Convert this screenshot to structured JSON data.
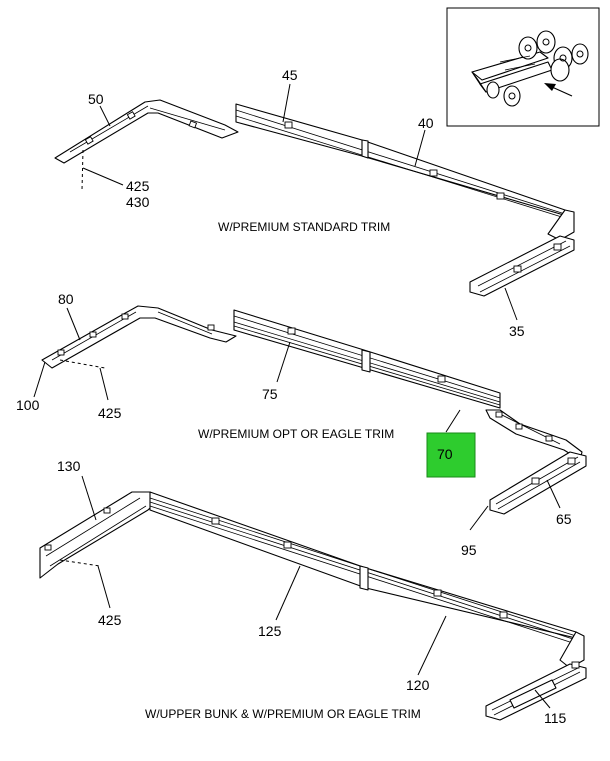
{
  "callouts": {
    "c50": "50",
    "c45": "45",
    "c40": "40",
    "c425a": "425",
    "c430": "430",
    "c35": "35",
    "c80": "80",
    "c100": "100",
    "c425b": "425",
    "c75": "75",
    "c70": "70",
    "c65": "65",
    "c95": "95",
    "c130": "130",
    "c425c": "425",
    "c125": "125",
    "c120": "120",
    "c115": "115"
  },
  "captions": {
    "standard": "W/PREMIUM STANDARD TRIM",
    "opt_eagle": "W/PREMIUM OPT OR EAGLE TRIM",
    "upper_bunk": "W/UPPER BUNK & W/PREMIUM OR EAGLE TRIM"
  },
  "highlight": {
    "label": "70",
    "color": "#2ecc2e"
  }
}
